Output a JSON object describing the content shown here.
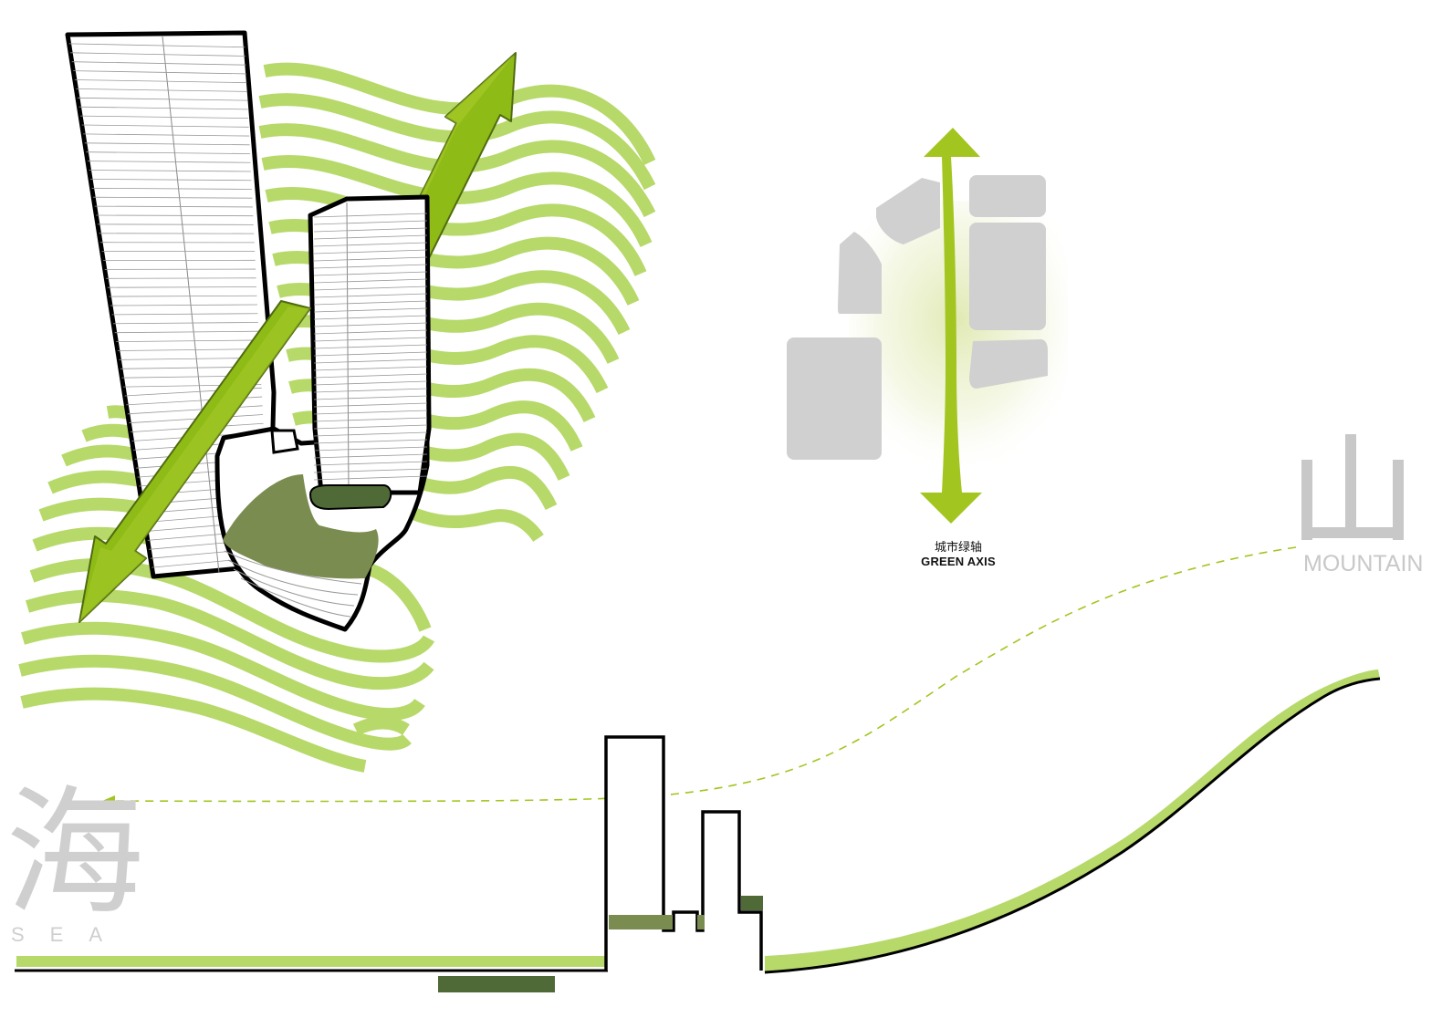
{
  "green_axis": {
    "label_cn": "城市绿轴",
    "label_en": "GREEN AXIS"
  },
  "mountain": {
    "glyph": "山",
    "label_en": "MOUNTAIN"
  },
  "sea": {
    "glyph": "海",
    "label_en": "SEA"
  },
  "colors": {
    "bright_green": "#a3c520",
    "light_green": "#b6d96a",
    "olive_green": "#7b8c50",
    "dark_green": "#4f6a37",
    "block_gray": "#d0d0d0",
    "text_gray": "#c8c8c8",
    "outline": "#000000"
  }
}
